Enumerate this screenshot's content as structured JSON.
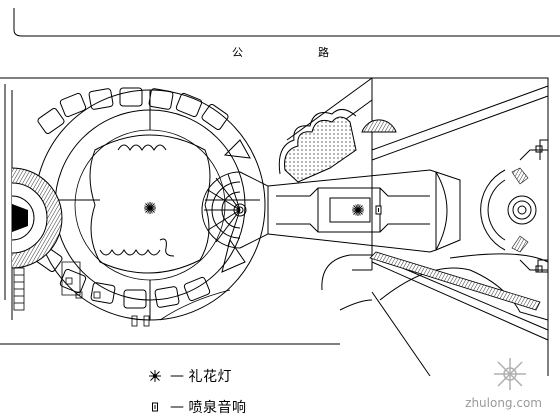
{
  "road": {
    "char_1": "公",
    "char_2": "路"
  },
  "legend": [
    {
      "symbol": "fireworks-light-icon",
      "dash": "—",
      "label": "礼花灯"
    },
    {
      "symbol": "fountain-speaker-icon",
      "dash": "—",
      "label": "喷泉音响"
    }
  ],
  "watermark": {
    "text": "zhulong.com"
  },
  "colors": {
    "line": "#000000",
    "watermark": "#9a9a9a"
  }
}
